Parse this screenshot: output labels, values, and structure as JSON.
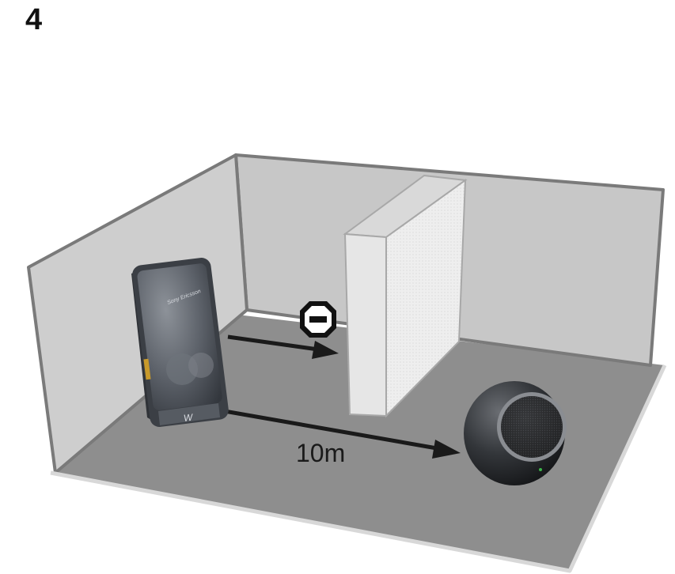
{
  "step_number": "4",
  "distance_label": "10m",
  "phone_brand": "Sony Ericsson",
  "phone_logo": "W",
  "icons": {
    "blocked": "no-entry-icon"
  },
  "colors": {
    "floor": "#8e8e8e",
    "wall": "#c8c8c8",
    "outline": "#6f6f6f",
    "arrow": "#1a1a1a"
  }
}
